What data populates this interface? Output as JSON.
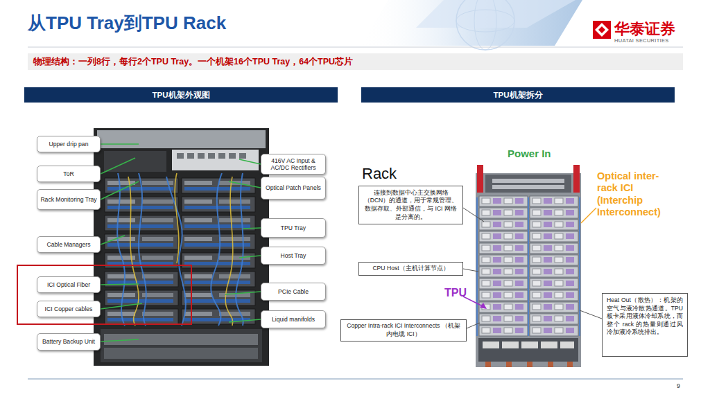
{
  "diagram": {
    "title": "从TPU Tray到TPU Rack",
    "nodes": [
      {
        "text": [
          "物理结构：一列8行，每行2个TPU Tray。一个机架16个TPU Tray，64个TPU芯片"
        ]
      },
      {
        "text": [
          "TPU机架外观图"
        ]
      },
      {
        "text": [
          "TPU机架拆分"
        ]
      },
      {
        "text": [
          "Upper drip pan"
        ]
      },
      {
        "text": [
          "ToR"
        ]
      },
      {
        "text": [
          "Rack Monitoring Tray"
        ]
      },
      {
        "text": [
          "Cable Managers"
        ]
      },
      {
        "text": [
          "ICI Optical Fiber"
        ]
      },
      {
        "text": [
          "ICI Copper cables"
        ]
      },
      {
        "text": [
          "Battery Backup Unit"
        ]
      },
      {
        "text": [
          "416V AC Input & AC/DC Rectifiers"
        ]
      },
      {
        "text": [
          "Optical Patch Panels"
        ]
      },
      {
        "text": [
          "TPU Tray"
        ]
      },
      {
        "text": [
          "Host Tray"
        ]
      },
      {
        "text": [
          "PCIe Cable"
        ]
      },
      {
        "text": [
          "Liquid manifolds"
        ]
      },
      {
        "text": [
          "连接到数据中心主交换网络（DCN）的通道，用于常规管理、数据存取、外部通信，与 ICI 网络是分离的。"
        ]
      },
      {
        "text": [
          "CPU Host（主机计算节点）"
        ]
      },
      {
        "text": [
          "Copper Intra-rack ICI Interconnects （机架内电缆 ICI）"
        ]
      },
      {
        "text": [
          "Heat Out（散热）：机架的空气与液冷散热通道。TPU 板卡采用液体冷却系统，而整个 rack 的热量则通过风冷加液冷系统排出。"
        ]
      }
    ],
    "labels": [
      "华泰证券",
      "HUATAI SECURITIES",
      "Rack",
      "Power In",
      "Optical inter-rack ICI (Interchip Interconnect)",
      "TPU",
      "9"
    ]
  }
}
